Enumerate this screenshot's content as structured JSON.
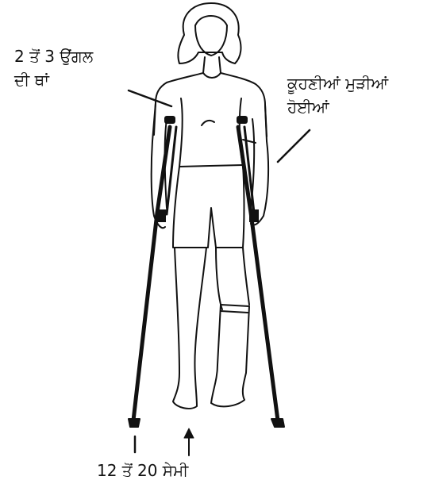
{
  "labels": {
    "armpit_gap": [
      "2 ਤੋਂ 3 ਉਂਗਲ",
      "ਦੀ ਥਾਂ"
    ],
    "elbows": [
      "ਕੂਹਣੀਆਂ ਮੁੜੀਆਂ",
      "ਹੋਈਆਂ"
    ],
    "crutch_distance": "12 ਤੋਂ 20 ਸੇਮੀ"
  },
  "colors": {
    "line": "#111111",
    "background": "#ffffff"
  }
}
